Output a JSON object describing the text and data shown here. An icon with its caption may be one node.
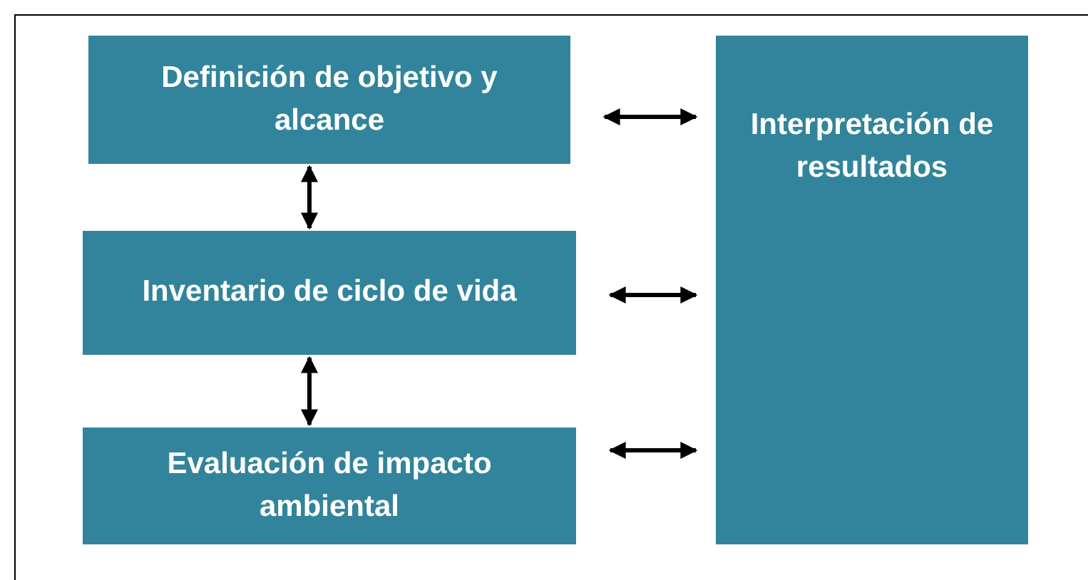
{
  "diagram": {
    "nodes": [
      {
        "text": [
          "Definición de objetivo y alcance"
        ]
      },
      {
        "text": [
          "Inventario de ciclo de vida"
        ]
      },
      {
        "text": [
          "Evaluación de impacto ambiental"
        ]
      },
      {
        "text": [
          "Interpretación de resultados"
        ]
      }
    ],
    "edges": [
      {
        "from": 0,
        "to": 1,
        "arrow": "both"
      },
      {
        "from": 1,
        "to": 2,
        "arrow": "both"
      },
      {
        "from": 0,
        "to": 3,
        "arrow": "both"
      },
      {
        "from": 1,
        "to": 3,
        "arrow": "both"
      },
      {
        "from": 2,
        "to": 3,
        "arrow": "both"
      }
    ]
  }
}
